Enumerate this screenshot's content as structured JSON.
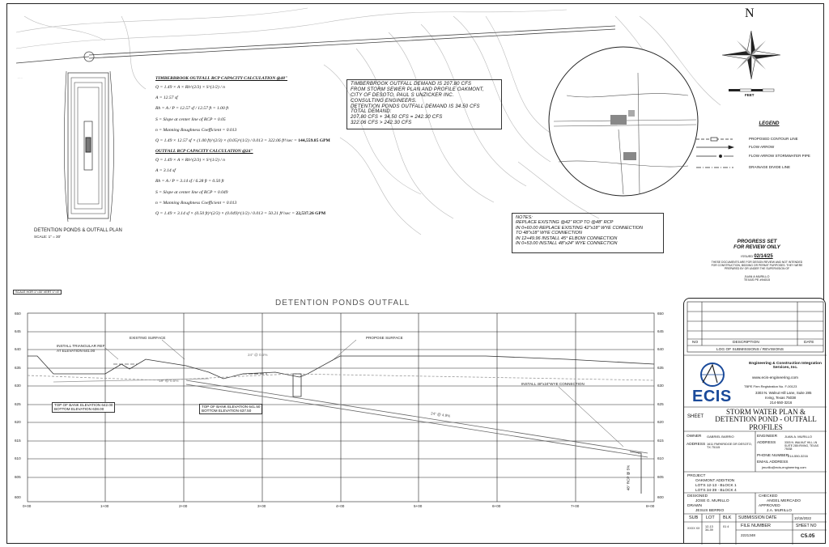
{
  "calc": {
    "h1": "TIMBERBROOK OUTFALL RCP CAPACITY CALCULATION @48\"",
    "q_formula": "Q = 1.49 × A × Rh^(2/3) × S^(1/2) / n",
    "a1": "A = 12.57 sf",
    "rh1": "Rh = A / P = 12.57 sf / 12.57 ft = 1.00 ft",
    "s1": "S = Slope at center line of RCP = 0.05",
    "n1": "n = Manning Roughness Coefficient = 0.013",
    "q1_expr": "Q = 1.49 × 12.57 sf × (1.00 ft)^(2/3) × (0.05)^(1/2) / 0.013 = 322.06 ft³/sec =",
    "q1_result": "144,559.85 GPM",
    "h2": "OUTFALL RCP CAPACITY CALCULATION @24\"",
    "q_formula2": "Q = 1.49 × A × Rh^(2/3) × S^(1/2) / n",
    "a2": "A = 3.14 sf",
    "rh2": "Rh = A / P = 3.14 sf / 6.28 ft = 0.50 ft",
    "s2": "S = Slope at center line of RCP = 0.049",
    "n2": "n = Manning Roughness Coefficient = 0.013",
    "q2_expr": "Q = 1.49 × 3.14 sf × (0.50 ft)^(2/3) × (0.049)^(1/2) / 0.013 = 50.21 ft³/sec =",
    "q2_result": "22,537.26 GPM"
  },
  "demand_note": [
    "TIMBERBROOK OUTFALL DEMAND IS 207.80 CFS",
    "FROM STORM SEWER PLAN AND PROFILE OAKMONT,",
    "CITY OF DESOTO, PAUL S UNZICKER INC.",
    "CONSULTING ENGINEERS.",
    "DETENTION PONDS OUTFALL DEMAND IS 34.50 CFS",
    "TOTAL DEMAND:",
    "207.80 CFS + 34.50 CFS = 242.30 CFS",
    "322.06 CFS > 242.30 CFS"
  ],
  "notes": {
    "title": "NOTES:",
    "items": [
      "REPLACE EXISTING @42\" RCP TO @48\" RCP",
      "IN 0+60.00 REPLACE EXISTING 42\"x18\" WYE CONNECTION",
      "TO 48\"x18\" WYE CONNECTION",
      "IN 12+49.96 INSTALL 45° ELBOW CONNECTION",
      "IN 0+53.00 INSTALL 48\"x24\" WYE CONNECTION"
    ]
  },
  "plan_label": "DETENTION PONDS & OUTFALL PLAN",
  "plan_scale": "SCALE: 1\" = 30'",
  "legend": {
    "title": "LEGEND",
    "items": [
      "PROPOSED CONTOUR LINE",
      "FLOW ARROW",
      "FLOW ARROW STORMWATER PIPE",
      "DRAINAGE DIVIDE LINE"
    ]
  },
  "north": {
    "letter": "N",
    "scale_label": "FEET"
  },
  "progress": {
    "h1": "PROGRESS SET",
    "h2": "FOR REVIEW ONLY",
    "issued_label": "ISSUED",
    "issued_date": "02/14/25",
    "para": "THESE DOCUMENTS ARE FOR DESIGN REVIEW AND NOT INTENDED FOR CONSTRUCTION, BIDDING OR PERMIT PURPOSES. THEY WERE PREPARED BY OR UNDER THE SUPERVISION OF",
    "engineer": "JUAN A MURILLO",
    "pe": "TEXAS PE #94015"
  },
  "profile": {
    "title": "DETENTION PONDS OUTFALL",
    "scale_note": "SCALE HOR 1\"=30' VERT 1\"=5'",
    "elevations": [
      "650",
      "645",
      "640",
      "635",
      "630",
      "625",
      "620",
      "615",
      "610",
      "605",
      "600"
    ],
    "stations": [
      "0+00",
      "1+00",
      "2+00",
      "3+00",
      "4+00",
      "5+00",
      "6+00",
      "7+00",
      "8+00"
    ],
    "labels": {
      "install_top": "INSTALL TRIANGULAR REF",
      "install_top2": "AT ELEVATION 641.00",
      "existing_surface": "EXISTING SURFACE",
      "proposed_surface": "PROPOSE SURFACE",
      "pipe24": "24\" @ 0.5%",
      "pipe18": "18\" @ 0.5%",
      "pipe48": "24\" @ 4.9%",
      "wye": "INSTALL 48\"x24\"WYE CONNECTION",
      "vert_pipe": "48\" RCP @ 5%",
      "bank1a": "TOP OF BANK ELEVATION 642.00",
      "bank1b": "BOTTOM ELEVATION 638.00",
      "bank2a": "TOP OF BANK ELEVATION 641.50",
      "bank2b": "BOTTOM ELEVATION 637.50"
    }
  },
  "titleblock": {
    "rev_no": "NO",
    "rev_desc": "DESCRIPTION",
    "rev_date": "DATE",
    "rev_caption": "LOG OF SUBMISSIONS / REVISIONS",
    "company": "Engineering & Construction Integration Services, Inc.",
    "website": "www.ecis-engineering.com",
    "firm_reg": "TBPE Firm Registration No. F-00123",
    "address1": "3303 N. Walnut Hill Lane, Suite 285",
    "address2": "Irving, Texas 75038",
    "phone": "214-550-3216",
    "logo_text": "ECIS",
    "sheet_label": "SHEET",
    "sheet_title": "STORM WATER PLAN & DETENTION POND - OUTFALL PROFILES",
    "owner_label": "OWNER",
    "owner_name": "GABRIEL BARRIO",
    "owner_addr_label": "ADDRESS",
    "owner_addr": "1611 PARKRIDGE DR DESOTO, TX 75115",
    "engineer_label": "ENGINEER",
    "engineer_name": "JUAN A. MURILLO",
    "engineer_addr_label": "ADDRESS",
    "engineer_addr": "3303 N. WALNUT HILL LN SUITE 285 IRVING, TEXAS 75038",
    "phone_label": "PHONE NUMBER",
    "phone_val": "214-550-3216",
    "email_label": "EMAIL ADDRESS",
    "email_val": "jmurillo@ecis-engineering.com",
    "project_label": "PROJECT",
    "project_l1": "OAKMONT ADDITION",
    "project_l2": "LOTS 12-13 - BLOCK 1",
    "project_l3": "LOTS 34-39 - BLOCK 4",
    "designed_label": "DESIGNED",
    "designed_val": "JOSE G. MURILLO",
    "drawn_label": "DRAWN",
    "drawn_val": "JESUS BERRIO",
    "checked_label": "CHECKED",
    "checked_val": "ANGEL MERCADO",
    "approved_label": "APPROVED",
    "approved_val": "J.A. MURILLO",
    "sub_label": "SUB",
    "lot_label": "LOT",
    "blk_label": "BLK",
    "sub_val": "XXXX XX",
    "lot_val": "12-13 34-39",
    "blk_val": "01 4",
    "submission_label": "SUBMISSION DATE",
    "submission_val": "10/15/2022",
    "file_label": "FILE NUMBER",
    "file_val": "2221348",
    "sheet_no_label": "SHEET NO",
    "sheet_no_val": "C5.05"
  }
}
